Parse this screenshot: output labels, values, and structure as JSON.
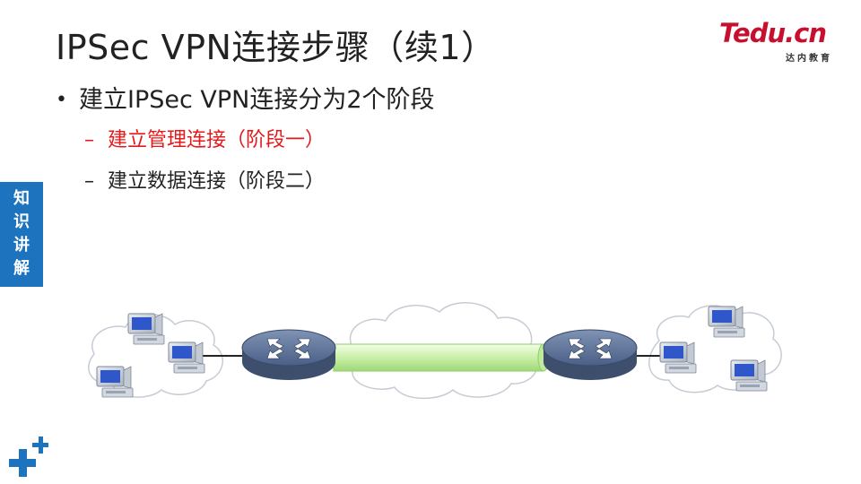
{
  "slide": {
    "title": "IPSec VPN连接步骤（续1）",
    "logo": {
      "main": "Tedu.cn",
      "sub": "达内教育"
    },
    "bullet": "建立IPSec VPN连接分为2个阶段",
    "sub_items": [
      {
        "label": "建立管理连接（阶段一）",
        "color": "#e5191b"
      },
      {
        "label": "建立数据连接（阶段二）",
        "color": "#222222"
      }
    ],
    "side_tab": [
      "知",
      "识",
      "讲",
      "解"
    ]
  },
  "diagram": {
    "nodes": [
      "pc-left-1",
      "pc-left-2",
      "pc-left-3",
      "router-left",
      "internet-cloud",
      "router-right",
      "pc-right-1",
      "pc-right-2",
      "pc-right-3"
    ],
    "tunnel_color": "#c9f0a6",
    "router_color": "#4d6288"
  }
}
